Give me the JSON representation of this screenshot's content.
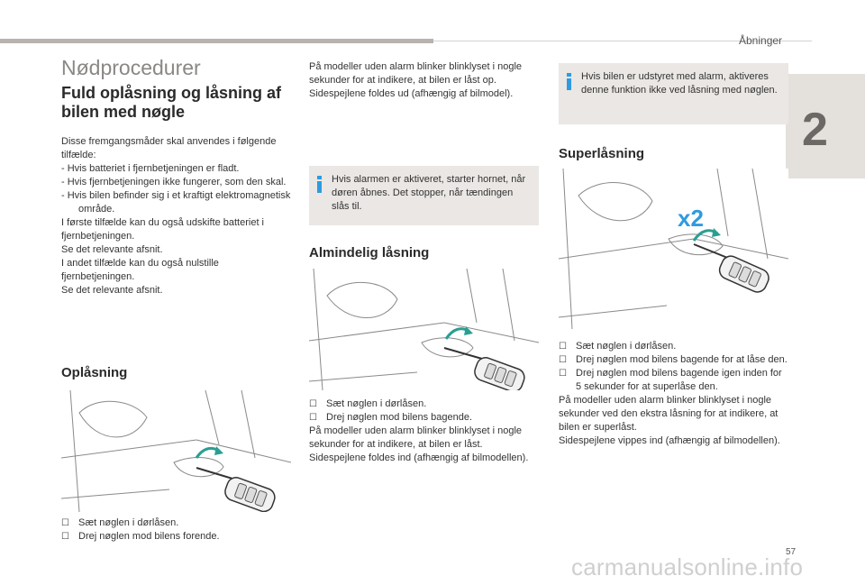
{
  "header": {
    "section": "Åbninger",
    "chapter": "2"
  },
  "page_number": "57",
  "watermark": "carmanualsonline.info",
  "col1": {
    "title": "Nødprocedurer",
    "subtitle": "Fuld oplåsning og låsning af bilen med nøgle",
    "intro": "Disse fremgangsmåder skal anvendes i følgende tilfælde:",
    "cases": [
      "-  Hvis batteriet i fjernbetjeningen er fladt.",
      "-  Hvis fjernbetjeningen ikke fungerer, som den skal.",
      "-  Hvis bilen befinder sig i et kraftigt elektromagnetisk område."
    ],
    "p1": "I første tilfælde kan du også udskifte batteriet i fjernbetjeningen.",
    "p2": "Se det relevante afsnit.",
    "p3": "I andet tilfælde kan du også nulstille fjernbetjeningen.",
    "p4": "Se det relevante afsnit.",
    "unlock_title": "Oplåsning",
    "unlock_steps": [
      "Sæt nøglen i dørlåsen.",
      "Drej nøglen mod bilens forende."
    ]
  },
  "col2": {
    "p1": "På modeller uden alarm blinker blinklyset i nogle sekunder for at indikere, at bilen er låst op.",
    "p2": "Sidespejlene foldes ud (afhængig af bilmodel).",
    "info": "Hvis alarmen er aktiveret, starter hornet, når døren åbnes. Det stopper, når tændingen slås til.",
    "lock_title": "Almindelig låsning",
    "lock_steps": [
      "Sæt nøglen i dørlåsen.",
      "Drej nøglen mod bilens bagende."
    ],
    "p3": "På modeller uden alarm blinker blinklyset i nogle sekunder for at indikere, at bilen er låst.",
    "p4": "Sidespejlene foldes ind (afhængig af bilmodellen)."
  },
  "col3": {
    "info": "Hvis bilen er udstyret med alarm, aktiveres denne funktion ikke ved låsning med nøglen.",
    "super_title": "Superlåsning",
    "badge": "x2",
    "super_steps": [
      "Sæt nøglen i dørlåsen.",
      "Drej nøglen mod bilens bagende for at låse den.",
      "Drej nøglen mod bilens bagende igen inden for 5 sekunder for at superlåse den."
    ],
    "p1": "På modeller uden alarm blinker blinklyset i nogle sekunder ved den ekstra låsning for at indikere, at bilen er superlåst.",
    "p2": "Sidespejlene vippes ind (afhængig af bilmodellen)."
  },
  "colors": {
    "accent": "#2e9be0",
    "infobox": "#eae7e4",
    "tab": "#e4e1dd"
  }
}
